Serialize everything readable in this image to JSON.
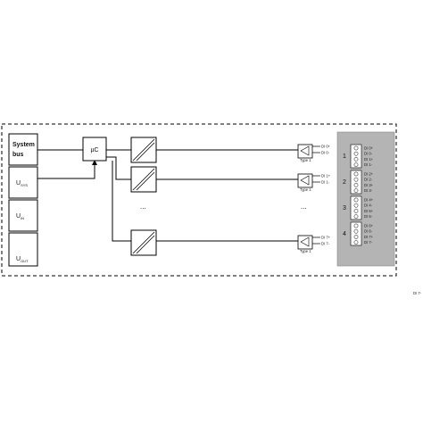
{
  "modules": [
    {
      "id": "system-bus",
      "line1": "System",
      "line2": "bus"
    },
    {
      "id": "u-sys",
      "main": "U",
      "sub": "SYS"
    },
    {
      "id": "u-in",
      "main": "U",
      "sub": "IN"
    },
    {
      "id": "u-out",
      "main": "U",
      "sub": "OUT"
    }
  ],
  "processor": {
    "label": "µC"
  },
  "ellipsis": "...",
  "sensor_type_label": "Type 1",
  "channels": [
    {
      "plus": "DI 0+",
      "minus": "DI 0-"
    },
    {
      "plus": "DI 1+",
      "minus": "DI 1-"
    },
    {
      "plus": "DI 7+",
      "minus": "DI 7-"
    }
  ],
  "connectors": [
    {
      "number": "1",
      "pins": [
        "DI 0+",
        "DI 0-",
        "DI 1+",
        "DI 1-"
      ]
    },
    {
      "number": "2",
      "pins": [
        "DI 2+",
        "DI 2-",
        "DI 3+",
        "DI 3-"
      ]
    },
    {
      "number": "3",
      "pins": [
        "DI 4+",
        "DI 4-",
        "DI 5+",
        "DI 5-"
      ]
    },
    {
      "number": "4",
      "pins": [
        "DI 6+",
        "DI 6-",
        "DI 7+",
        "DI 7-"
      ]
    }
  ],
  "stray_label": "DI 7-",
  "colors": {
    "connector_panel": "#b4b4b4",
    "line": "#000000"
  }
}
